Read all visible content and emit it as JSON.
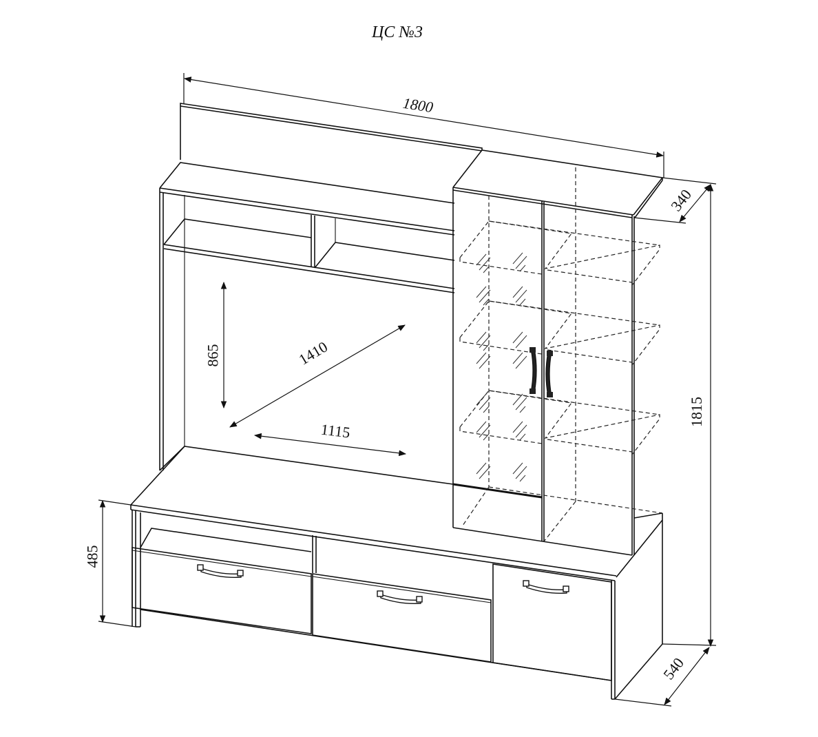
{
  "title": "ЦС №3",
  "dimensions": {
    "overall_width": "1800",
    "overall_height": "1815",
    "top_depth": "340",
    "base_depth": "540",
    "base_height": "485",
    "tv_niche_height": "865",
    "tv_niche_width": "1115",
    "tv_diagonal": "1410"
  },
  "components": {
    "upper_module": "open shelves with back panel",
    "display_cabinet": "two glass doors, three glass shelves",
    "tv_stand": "two drawers, one hinged door, open niche"
  },
  "colors": {
    "line": "#111111",
    "background": "#ffffff"
  }
}
